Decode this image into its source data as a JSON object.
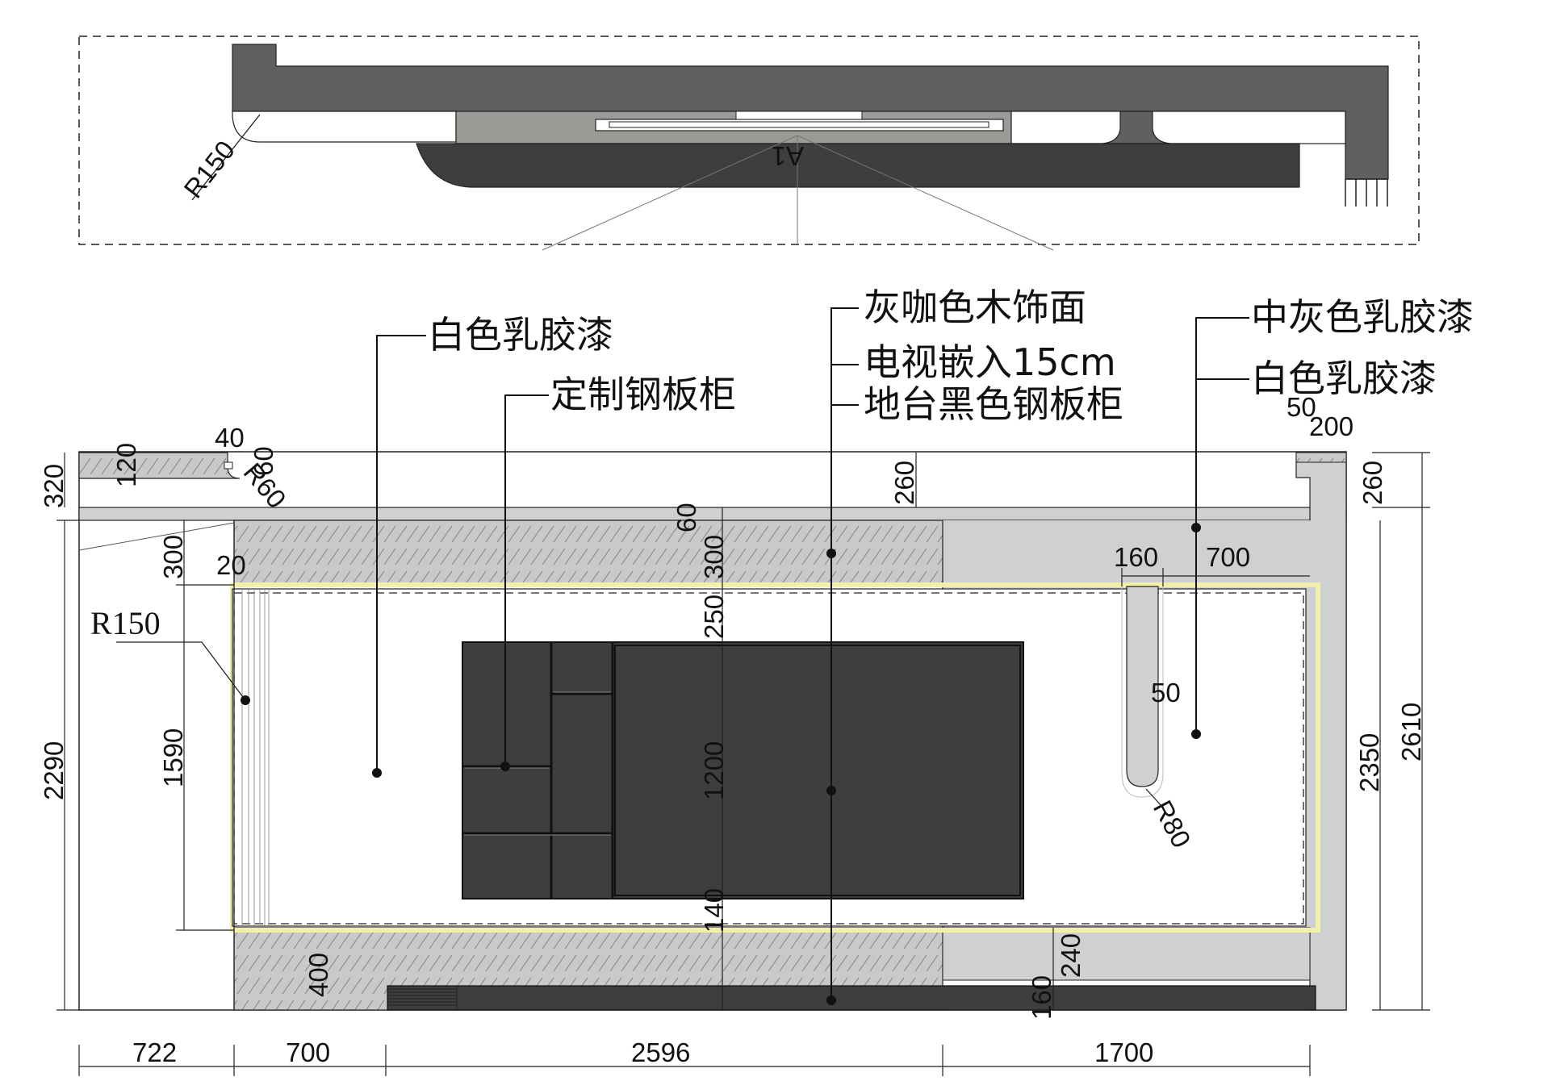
{
  "plan_view": {
    "radius_label": "R150",
    "view_marker": "A1"
  },
  "callouts": {
    "white_latex_left": "白色乳胶漆",
    "custom_steel_cabinet": "定制钢板柜",
    "grey_coffee_wood": "灰咖色木饰面",
    "tv_embed": "电视嵌入15cm",
    "floor_black_cabinet": "地台黑色钢板柜",
    "mid_grey_latex": "中灰色乳胶漆",
    "white_latex_right": "白色乳胶漆"
  },
  "dimensions": {
    "top_40": "40",
    "top_60": "60",
    "r60": "R60",
    "left_120": "120",
    "left_320": "320",
    "mid_260": "260",
    "right_50": "50",
    "right_200": "200",
    "right_260": "260",
    "d_60": "60",
    "d_300_left": "300",
    "d_300_mid": "300",
    "d_20": "20",
    "d_250": "250",
    "r150": "R150",
    "d_1590": "1590",
    "d_2290": "2290",
    "d_1200": "1200",
    "d_140": "140",
    "d_400": "400",
    "d_240": "240",
    "d_160_bottom": "160",
    "d_160_top": "160",
    "d_700_top": "700",
    "d_50_mid": "50",
    "r80": "R80",
    "d_2350": "2350",
    "d_2610": "2610",
    "b_722": "722",
    "b_700": "700",
    "b_2596": "2596",
    "b_1700": "1700"
  },
  "colors": {
    "dark_grey": "#5f6061",
    "charcoal": "#3f3e3f",
    "light_grey": "#cfd0d1",
    "mid_grey": "#9c9a96",
    "hatch_bg": "#c9c9c9",
    "led_yellow": "#f2f0a6"
  }
}
